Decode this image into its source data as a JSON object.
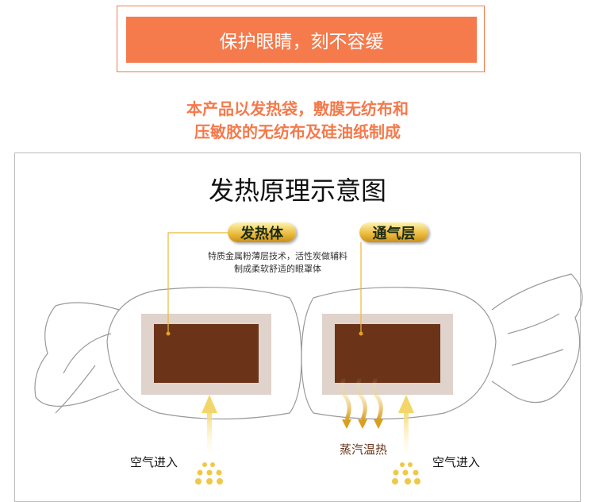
{
  "banner": {
    "title": "保护眼睛，刻不容缓"
  },
  "subtitle": {
    "line1": "本产品以发热袋，敷膜无纺布和",
    "line2": "压敏胶的无纺布及硅油纸制成"
  },
  "diagram": {
    "title": "发热原理示意图",
    "label_heater": "发热体",
    "label_vent": "通气层",
    "desc_line1": "特质金属粉薄层技术，活性炭做辅料",
    "desc_line2": "制成柔软舒适的眼罩体",
    "air_in_left": "空气进入",
    "steam": "蒸汽温热",
    "air_in_right": "空气进入"
  },
  "colors": {
    "accent": "#f57a4c",
    "pad": "#e0d3cb",
    "heater": "#6b3419",
    "gold": "#e9b93a"
  }
}
